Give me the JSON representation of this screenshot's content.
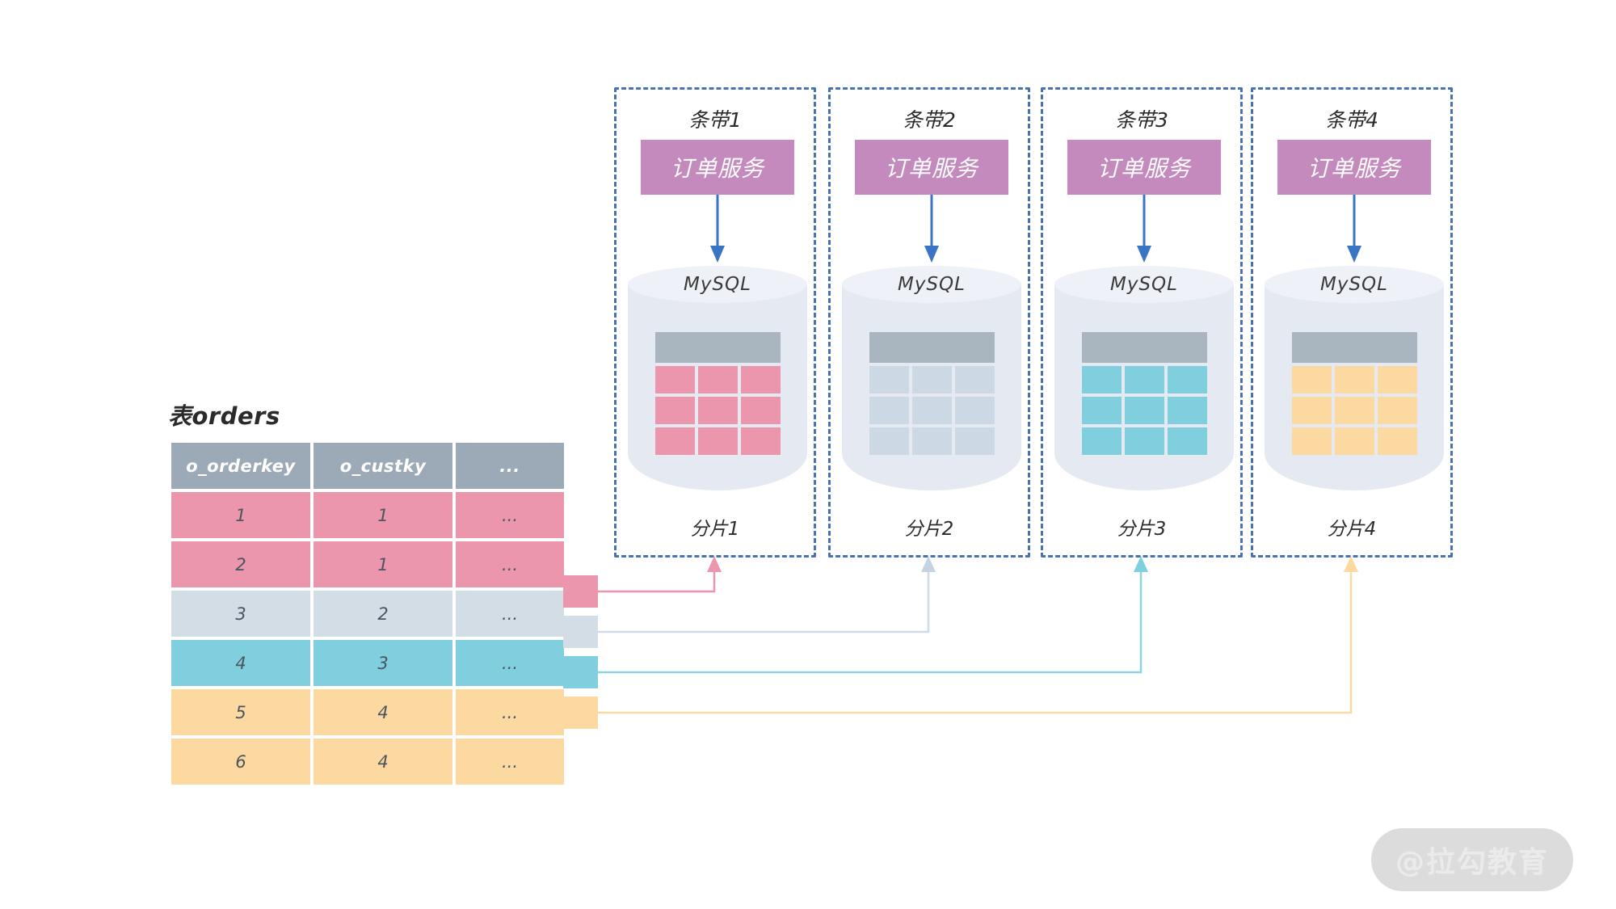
{
  "source_table": {
    "title": "表orders",
    "columns": [
      "o_orderkey",
      "o_custky",
      "..."
    ],
    "rows": [
      {
        "o_orderkey": "1",
        "o_custky": "1",
        "more": "...",
        "color_key": "pink"
      },
      {
        "o_orderkey": "2",
        "o_custky": "1",
        "more": "...",
        "color_key": "pink"
      },
      {
        "o_orderkey": "3",
        "o_custky": "2",
        "more": "...",
        "color_key": "blue"
      },
      {
        "o_orderkey": "4",
        "o_custky": "3",
        "more": "...",
        "color_key": "cyan"
      },
      {
        "o_orderkey": "5",
        "o_custky": "4",
        "more": "...",
        "color_key": "amber"
      },
      {
        "o_orderkey": "6",
        "o_custky": "4",
        "more": "...",
        "color_key": "amber"
      }
    ]
  },
  "panels": [
    {
      "stripe_label": "条带1",
      "service_label": "订单服务",
      "db_label": "MySQL",
      "shard_label": "分片1",
      "cell_color": "#eb96ad"
    },
    {
      "stripe_label": "条带2",
      "service_label": "订单服务",
      "db_label": "MySQL",
      "shard_label": "分片2",
      "cell_color": "#ccd9e4"
    },
    {
      "stripe_label": "条带3",
      "service_label": "订单服务",
      "db_label": "MySQL",
      "shard_label": "分片3",
      "cell_color": "#7fcfdf"
    },
    {
      "stripe_label": "条带4",
      "service_label": "订单服务",
      "db_label": "MySQL",
      "shard_label": "分片4",
      "cell_color": "#fbd9a1"
    }
  ],
  "legend_swatches": [
    {
      "color": "#eb96ad",
      "target_shard": "分片1"
    },
    {
      "color": "#d2dde6",
      "target_shard": "分片2"
    },
    {
      "color": "#7fcfdf",
      "target_shard": "分片3"
    },
    {
      "color": "#fbd9a1",
      "target_shard": "分片4"
    }
  ],
  "colors": {
    "header_gray": "#9caab8",
    "service_purple": "#c489bd",
    "panel_border_blue": "#4b72b0",
    "arrow_blue": "#3a74c4",
    "cylinder_body": "#e4e9f2",
    "cylinder_top": "#eef1f8",
    "mini_head_gray": "#a9b5bf"
  },
  "watermark": {
    "text": "@拉勾教育"
  }
}
